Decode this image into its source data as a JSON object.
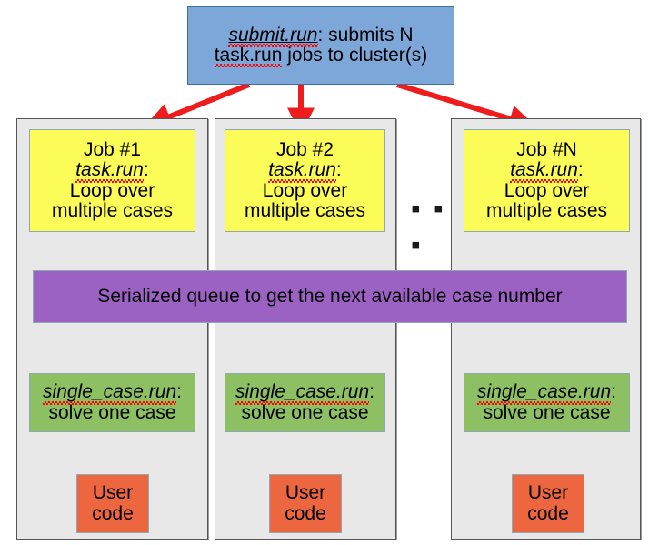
{
  "diagram": {
    "title_box": {
      "name": "submit-run-box",
      "line1_italic": "submit.run",
      "line1_rest": ": submits N",
      "line2_code": "task.run",
      "line2_rest": " jobs to cluster(s)",
      "color": "#7da7d9"
    },
    "ellipsis": "▪ ▪ ▪",
    "queue": {
      "label": "Serialized queue to get the next available case number",
      "color": "#9b62c4"
    },
    "columns": [
      {
        "panel_name": "job-column-1",
        "job": {
          "title": "Job #1",
          "code": "task.run",
          "code_suffix": ":",
          "desc_line1": "Loop over",
          "desc_line2": "multiple cases",
          "color": "#fcfc58"
        },
        "single_case": {
          "code": "single_case.run",
          "code_suffix": ":",
          "desc": "solve one case",
          "color": "#8cc063"
        },
        "user_code": {
          "line1": "User",
          "line2": "code",
          "color": "#ec6640"
        }
      },
      {
        "panel_name": "job-column-2",
        "job": {
          "title": "Job #2",
          "code": "task.run",
          "code_suffix": ":",
          "desc_line1": "Loop over",
          "desc_line2": "multiple cases",
          "color": "#fcfc58"
        },
        "single_case": {
          "code": "single_case.run",
          "code_suffix": ":",
          "desc": "solve one case",
          "color": "#8cc063"
        },
        "user_code": {
          "line1": "User",
          "line2": "code",
          "color": "#ec6640"
        }
      },
      {
        "panel_name": "job-column-n",
        "job": {
          "title": "Job #N",
          "code": "task.run",
          "code_suffix": ":",
          "desc_line1": "Loop over",
          "desc_line2": "multiple cases",
          "color": "#fcfc58"
        },
        "single_case": {
          "code": "single_case.run",
          "code_suffix": ":",
          "desc": "solve one case",
          "color": "#8cc063"
        },
        "user_code": {
          "line1": "User",
          "line2": "code",
          "color": "#ec6640"
        }
      }
    ],
    "arrow_colors": {
      "dispatch": "#ee1c1c",
      "flow": "#1414e0"
    }
  }
}
